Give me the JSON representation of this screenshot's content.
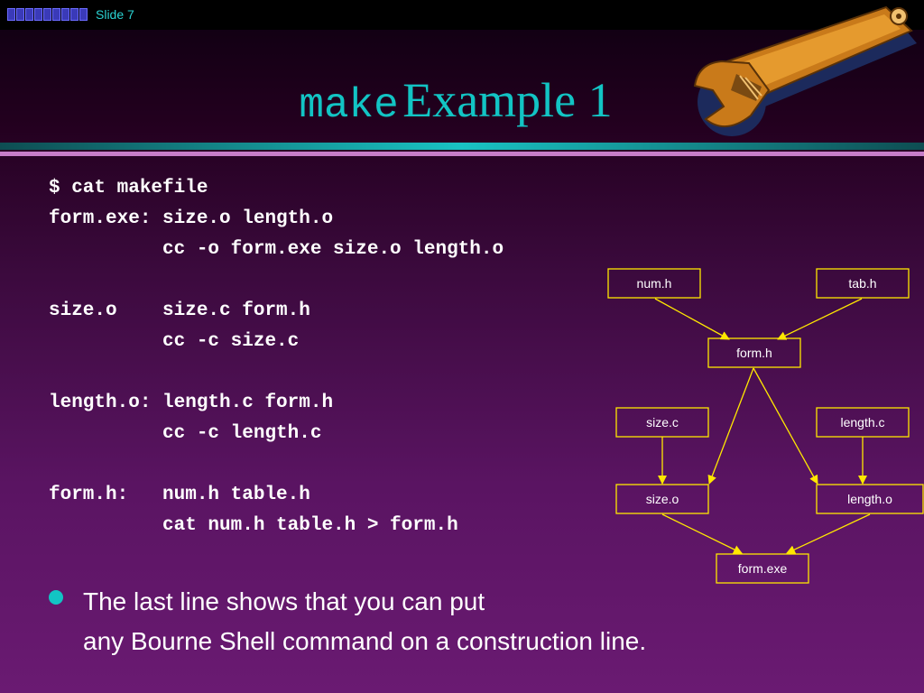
{
  "header": {
    "slide_label": "Slide 7"
  },
  "title": {
    "mono_part": "make",
    "serif_part": "Example 1"
  },
  "code_lines": [
    "$ cat makefile",
    "form.exe: size.o length.o",
    "          cc -o form.exe size.o length.o",
    "",
    "size.o    size.c form.h",
    "          cc -c size.c",
    "",
    "length.o: length.c form.h",
    "          cc -c length.c",
    "",
    "form.h:   num.h table.h",
    "          cat num.h table.h > form.h"
  ],
  "diagram": {
    "nodes": {
      "num_h": "num.h",
      "tab_h": "tab.h",
      "form_h": "form.h",
      "size_c": "size.c",
      "length_c": "length.c",
      "size_o": "size.o",
      "length_o": "length.o",
      "form_exe": "form.exe"
    },
    "colors": {
      "box_border": "#ffe800",
      "arrow": "#ffe800"
    }
  },
  "bullet": {
    "line1": "The last line shows that you can put",
    "line2": "any Bourne Shell command on a construction line."
  },
  "colors": {
    "accent": "#12c4c4",
    "text": "#ffffff",
    "rule_pink": "#c77dc9"
  },
  "icons": {
    "logo": "comp-logo",
    "wrench": "wrench-icon"
  }
}
